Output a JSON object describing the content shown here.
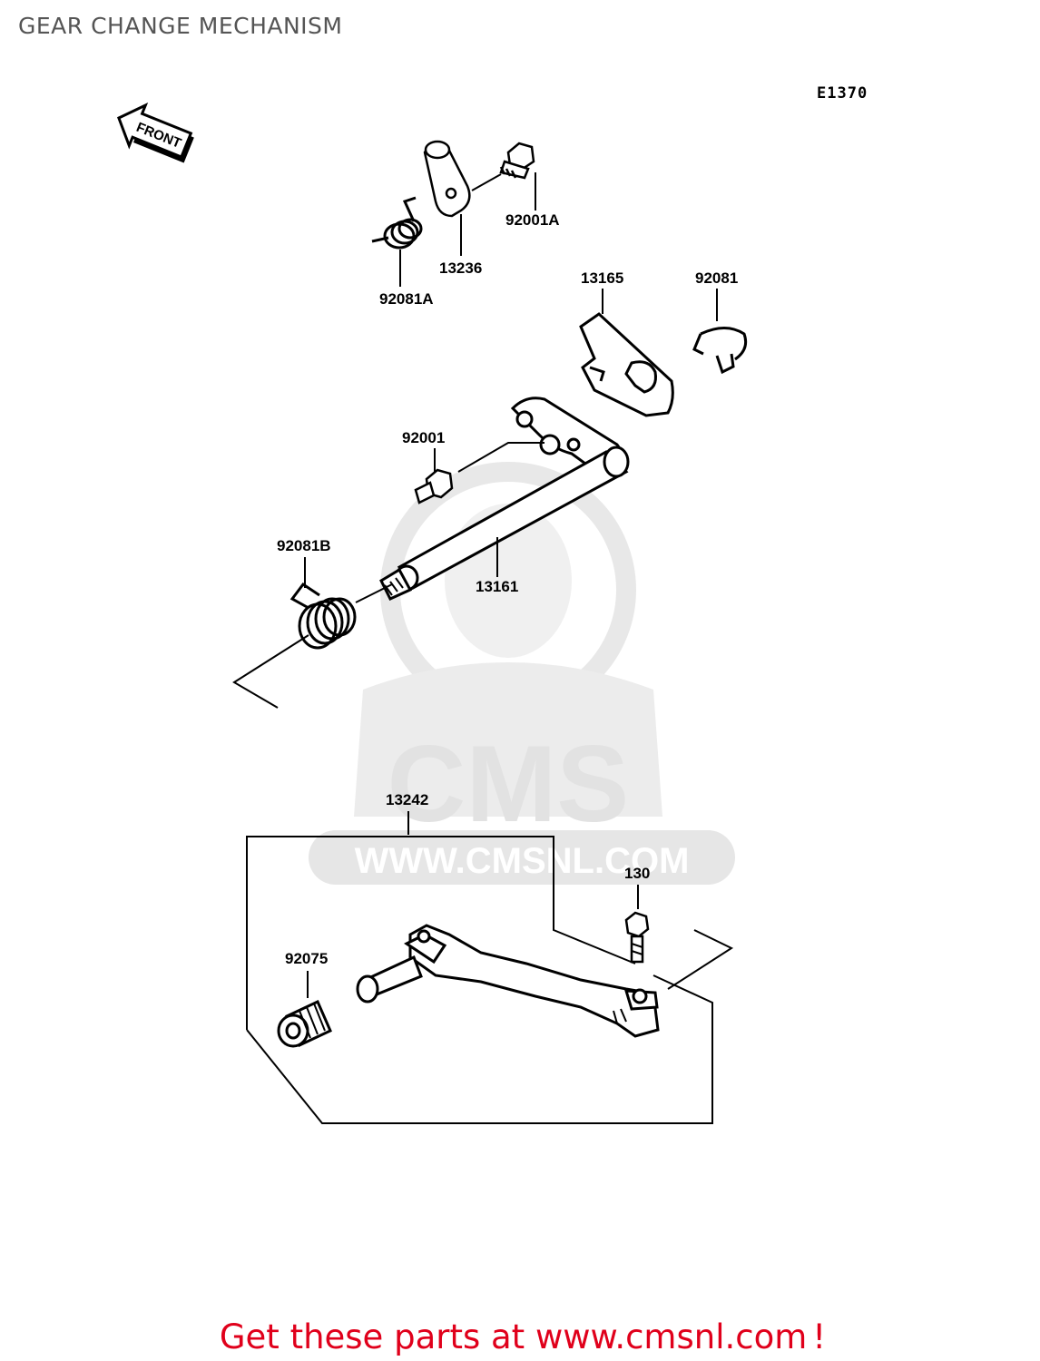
{
  "title": "GEAR CHANGE MECHANISM",
  "diagram_code": "E1370",
  "front_arrow": "FRONT",
  "parts": {
    "p92001A": "92001A",
    "p13236": "13236",
    "p92081A": "92081A",
    "p13165": "13165",
    "p92081": "92081",
    "p92001": "92001",
    "p92081B": "92081B",
    "p13161": "13161",
    "p13242": "13242",
    "p130": "130",
    "p92075": "92075"
  },
  "watermark": {
    "brand": "CMS",
    "url": "WWW.CMSNL.COM"
  },
  "footer": {
    "text": "Get these parts at www.cmsnl.com",
    "suffix": "!"
  },
  "colors": {
    "footer": "#e0001b",
    "watermark": "#e6e6e6",
    "title": "#555555"
  }
}
